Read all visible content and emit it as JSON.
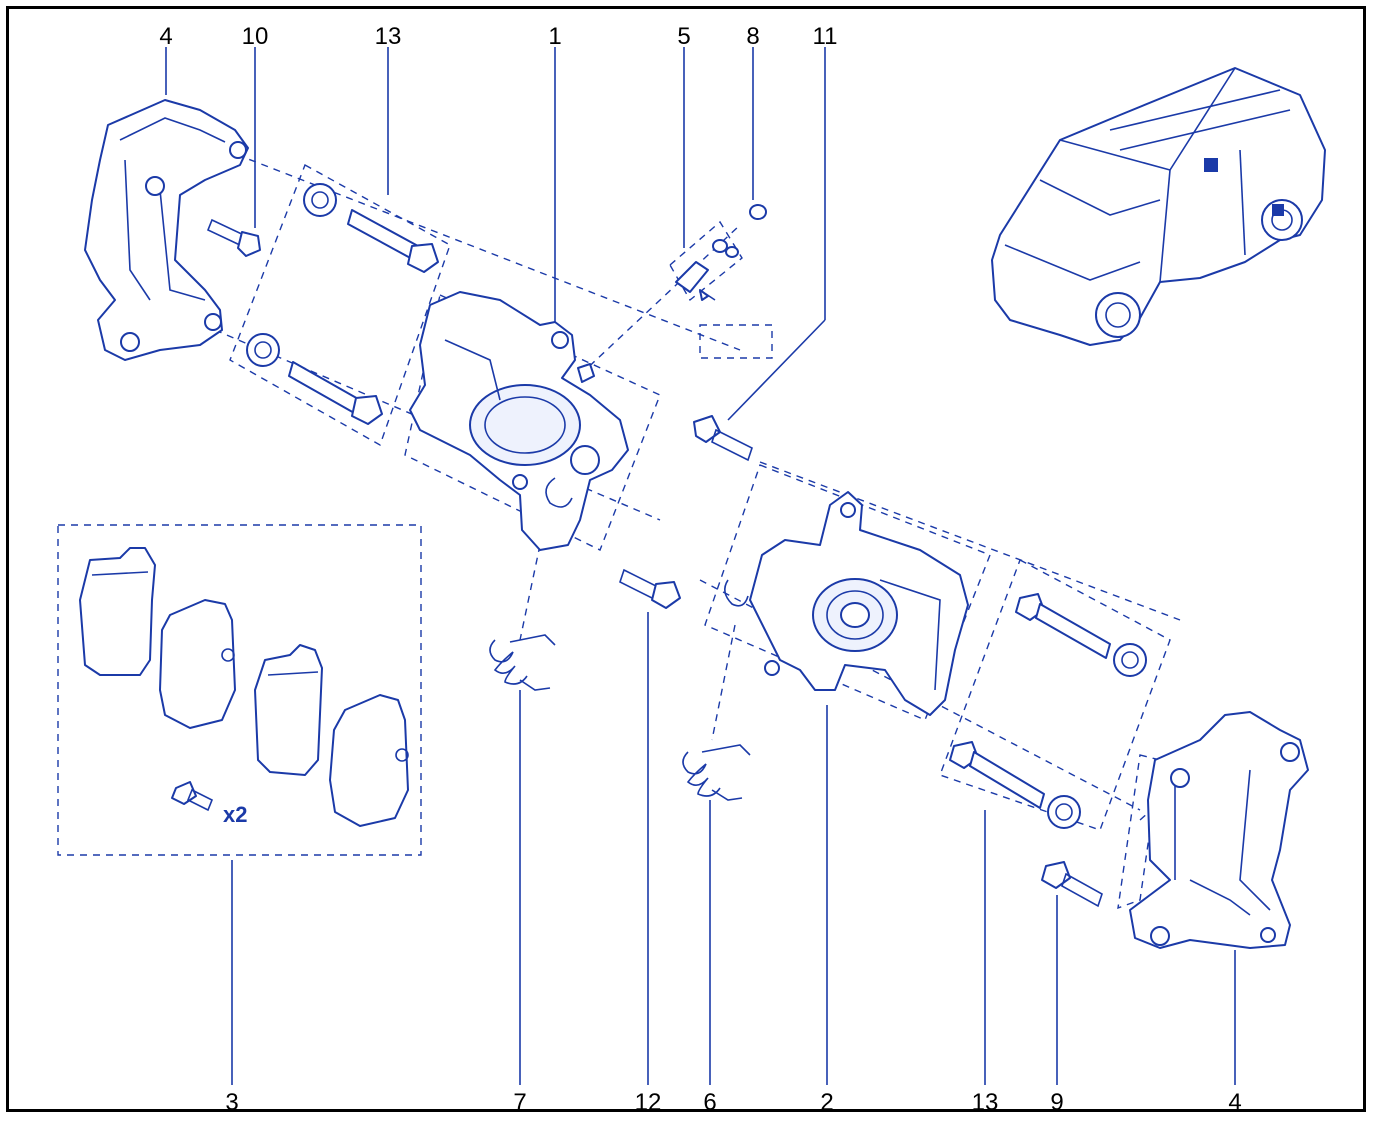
{
  "callouts": {
    "c4_top": "4",
    "c10": "10",
    "c13_top": "13",
    "c1": "1",
    "c5": "5",
    "c8": "8",
    "c11": "11",
    "c3": "3",
    "c7": "7",
    "c12": "12",
    "c6": "6",
    "c2": "2",
    "c13_bottom": "13",
    "c9": "9",
    "c4_bottom": "4"
  },
  "pads_quantity": "x2",
  "colors": {
    "line": "#1b3aa8",
    "frame": "#000000",
    "background": "#ffffff"
  }
}
